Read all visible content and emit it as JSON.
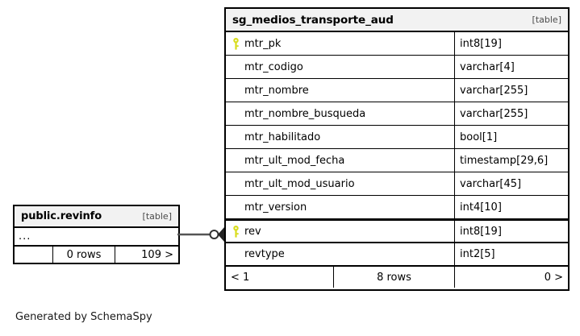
{
  "diagram": {
    "caption": "Generated by SchemaSpy",
    "kind_label": "[table]",
    "colors": {
      "key_icon": "#d8dc1a",
      "border": "#000000",
      "header_background": "#f2f2f2",
      "connector": "#555555",
      "page_background": "#ffffff"
    }
  },
  "tables": {
    "revinfo": {
      "name": "public.revinfo",
      "kind": "[table]",
      "ellipsis": "...",
      "footer": {
        "left": "",
        "center": "0 rows",
        "right": "109 >"
      }
    },
    "medios_transporte_aud": {
      "name": "sg_medios_transporte_aud",
      "kind": "[table]",
      "columns": [
        {
          "name": "mtr_pk",
          "type": "int8[19]",
          "key": true,
          "icon": "key-icon"
        },
        {
          "name": "mtr_codigo",
          "type": "varchar[4]",
          "key": false,
          "icon": ""
        },
        {
          "name": "mtr_nombre",
          "type": "varchar[255]",
          "key": false,
          "icon": ""
        },
        {
          "name": "mtr_nombre_busqueda",
          "type": "varchar[255]",
          "key": false,
          "icon": ""
        },
        {
          "name": "mtr_habilitado",
          "type": "bool[1]",
          "key": false,
          "icon": ""
        },
        {
          "name": "mtr_ult_mod_fecha",
          "type": "timestamp[29,6]",
          "key": false,
          "icon": ""
        },
        {
          "name": "mtr_ult_mod_usuario",
          "type": "varchar[45]",
          "key": false,
          "icon": ""
        },
        {
          "name": "mtr_version",
          "type": "int4[10]",
          "key": false,
          "icon": ""
        },
        {
          "name": "rev",
          "type": "int8[19]",
          "key": true,
          "icon": "key-icon"
        },
        {
          "name": "revtype",
          "type": "int2[5]",
          "key": false,
          "icon": ""
        }
      ],
      "footer": {
        "left": "< 1",
        "center": "8 rows",
        "right": "0 >"
      }
    }
  },
  "relationship": {
    "from_table": "public.revinfo",
    "to_table": "sg_medios_transporte_aud",
    "to_column": "rev",
    "notation": "crows-foot",
    "source_cardinality": "zero-or-one",
    "target_cardinality": "many"
  }
}
